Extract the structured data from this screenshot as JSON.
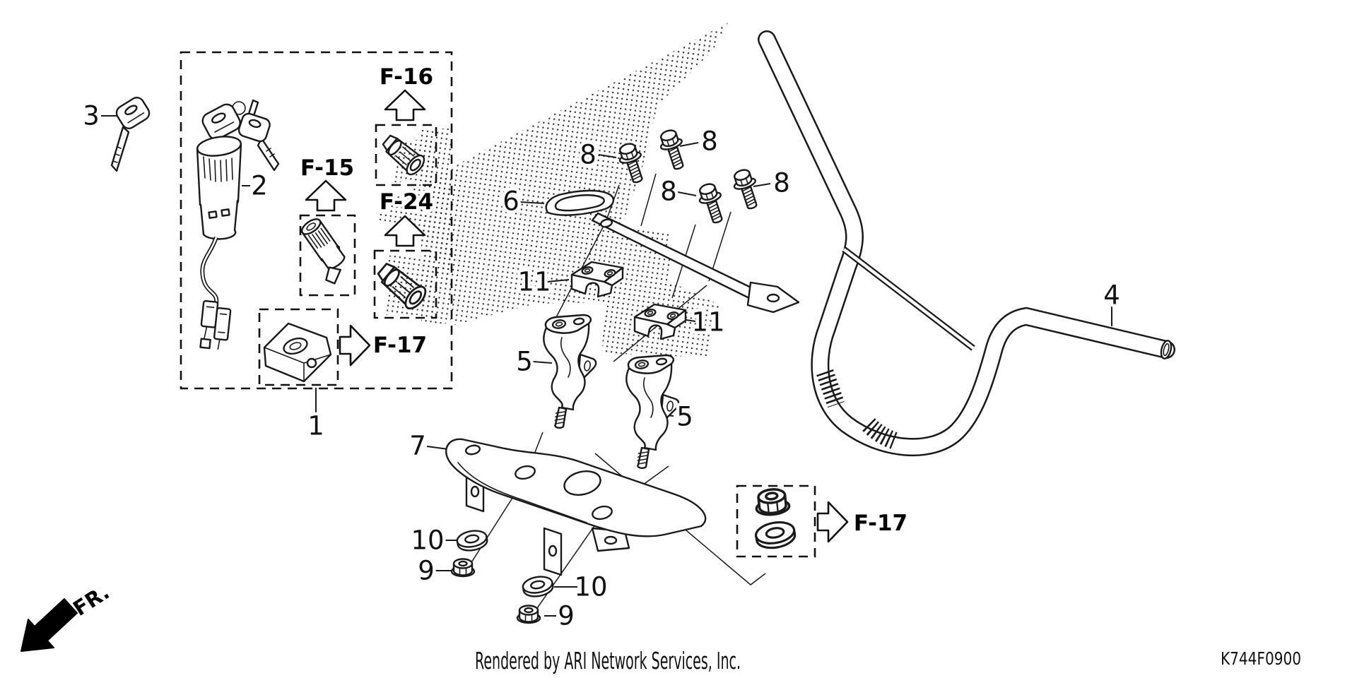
{
  "footer": {
    "rendered_by": "Rendered by ARI Network Services, Inc.",
    "diagram_code": "K744F0900"
  },
  "orientation": {
    "front_label": "FR."
  },
  "callouts": [
    {
      "ref": "3"
    },
    {
      "ref": "2"
    },
    {
      "ref": "1"
    },
    {
      "ref": "6"
    },
    {
      "ref": "8"
    },
    {
      "ref": "8"
    },
    {
      "ref": "8"
    },
    {
      "ref": "8"
    },
    {
      "ref": "11"
    },
    {
      "ref": "11"
    },
    {
      "ref": "5"
    },
    {
      "ref": "5"
    },
    {
      "ref": "4"
    },
    {
      "ref": "7"
    },
    {
      "ref": "10"
    },
    {
      "ref": "9"
    },
    {
      "ref": "10"
    },
    {
      "ref": "9"
    }
  ],
  "frame_refs": [
    {
      "label": "F-15"
    },
    {
      "label": "F-16"
    },
    {
      "label": "F-24"
    },
    {
      "label": "F-17"
    },
    {
      "label": "F-17"
    }
  ],
  "colors": {
    "line": "#1a1a1a",
    "background": "#ffffff"
  }
}
